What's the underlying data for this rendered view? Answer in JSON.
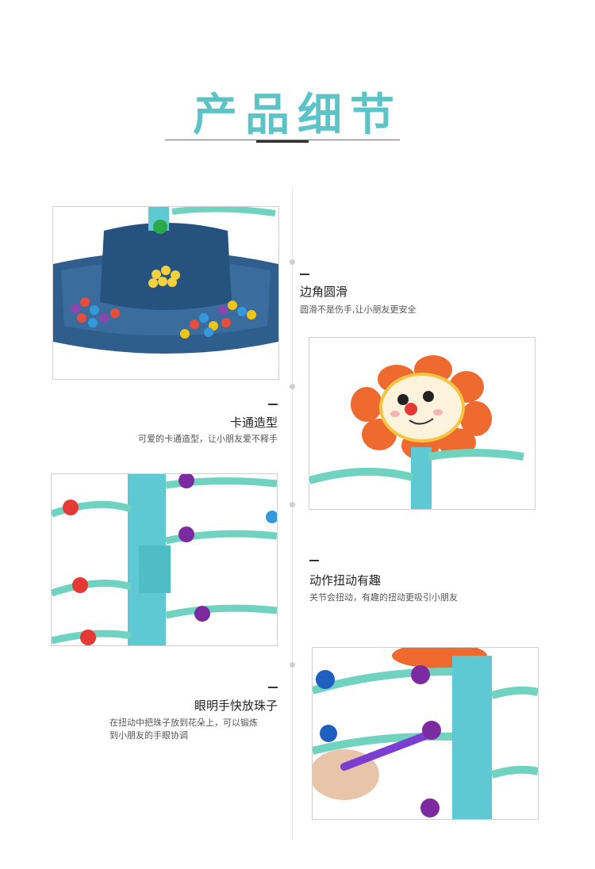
{
  "page_title": "产品细节",
  "features": [
    {
      "title": "边角圆滑",
      "desc": "圆滑不是伤手,让小朋友更安全"
    },
    {
      "title": "卡通造型",
      "desc": "可爱的卡通造型，让小朋友爱不释手"
    },
    {
      "title": "动作扭动有趣",
      "desc": "关节会扭动，有趣的扭动更吸引小朋友"
    },
    {
      "title": "眼明手快放珠子",
      "desc_lines": [
        "在扭动中把珠子放到花朵上，可以锻炼",
        "到小朋友的手眼协调"
      ]
    }
  ],
  "colors": {
    "title": "#5cc4c6",
    "base": "#2f5d8c",
    "stem": "#5ec9d2",
    "petal": "#ef6a2e"
  }
}
